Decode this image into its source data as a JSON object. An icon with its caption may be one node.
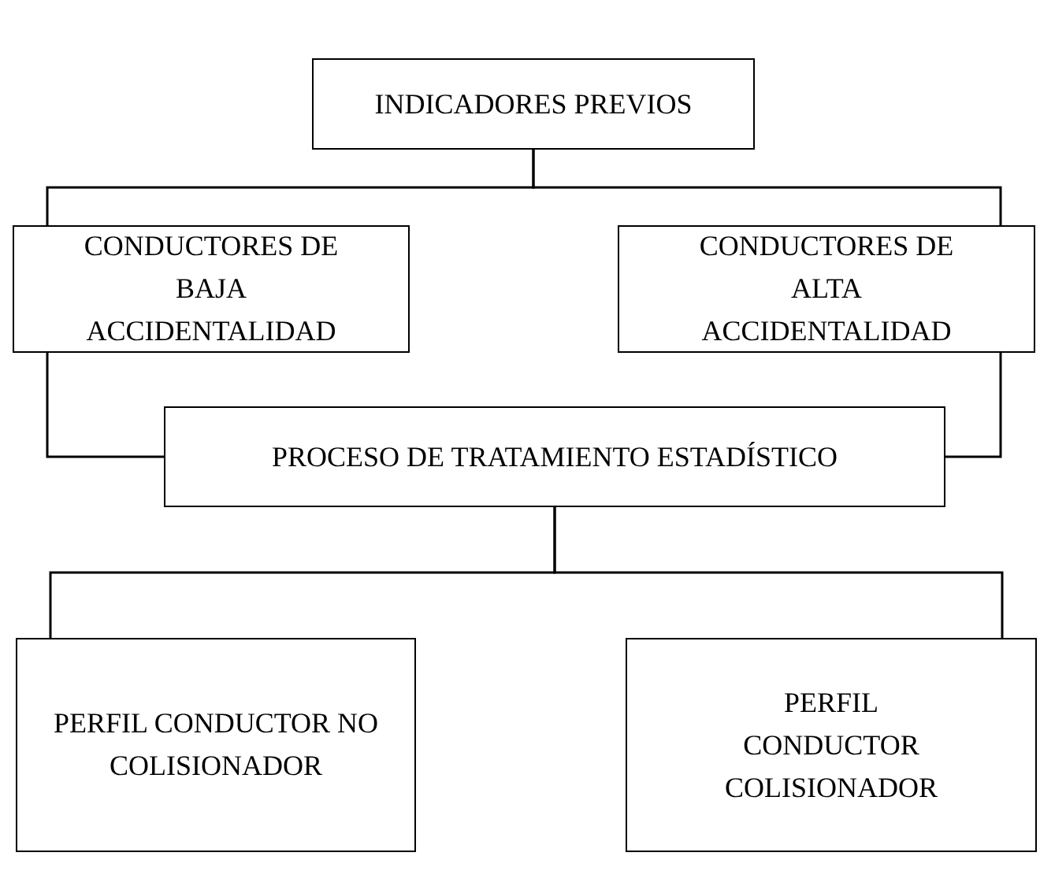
{
  "diagram": {
    "nodes": [
      {
        "text": [
          "INDICADORES PREVIOS"
        ]
      },
      {
        "text": [
          "CONDUCTORES DE BAJA ACCIDENTALIDAD"
        ]
      },
      {
        "text": [
          "CONDUCTORES DE ALTA ACCIDENTALIDAD"
        ]
      },
      {
        "text": [
          "PROCESO DE TRATAMIENTO ESTADÍSTICO"
        ]
      },
      {
        "text": [
          "PERFIL CONDUCTOR NO COLISIONADOR"
        ]
      },
      {
        "text": [
          "PERFIL CONDUCTOR COLISIONADOR"
        ]
      }
    ],
    "edges": [
      {
        "from": 0,
        "to": 1,
        "arrow": "none"
      },
      {
        "from": 0,
        "to": 2,
        "arrow": "none"
      },
      {
        "from": 1,
        "to": 3,
        "arrow": "none"
      },
      {
        "from": 2,
        "to": 3,
        "arrow": "none"
      },
      {
        "from": 3,
        "to": 4,
        "arrow": "none"
      },
      {
        "from": 3,
        "to": 5,
        "arrow": "none"
      }
    ]
  }
}
